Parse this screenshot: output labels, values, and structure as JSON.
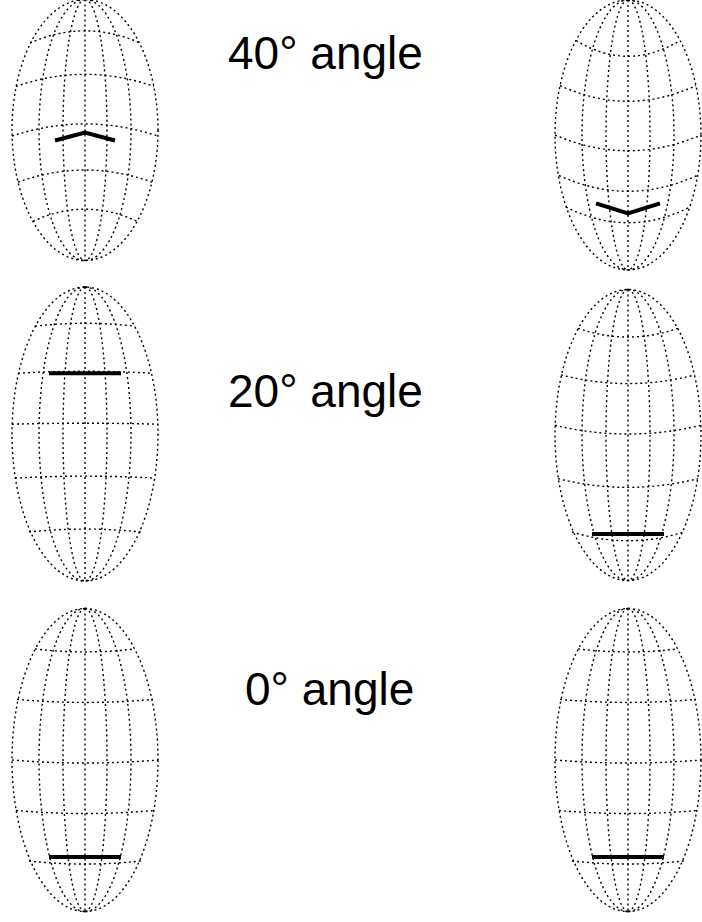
{
  "diagram": {
    "labels": [
      "40° angle",
      "20° angle",
      "0° angle"
    ]
  }
}
